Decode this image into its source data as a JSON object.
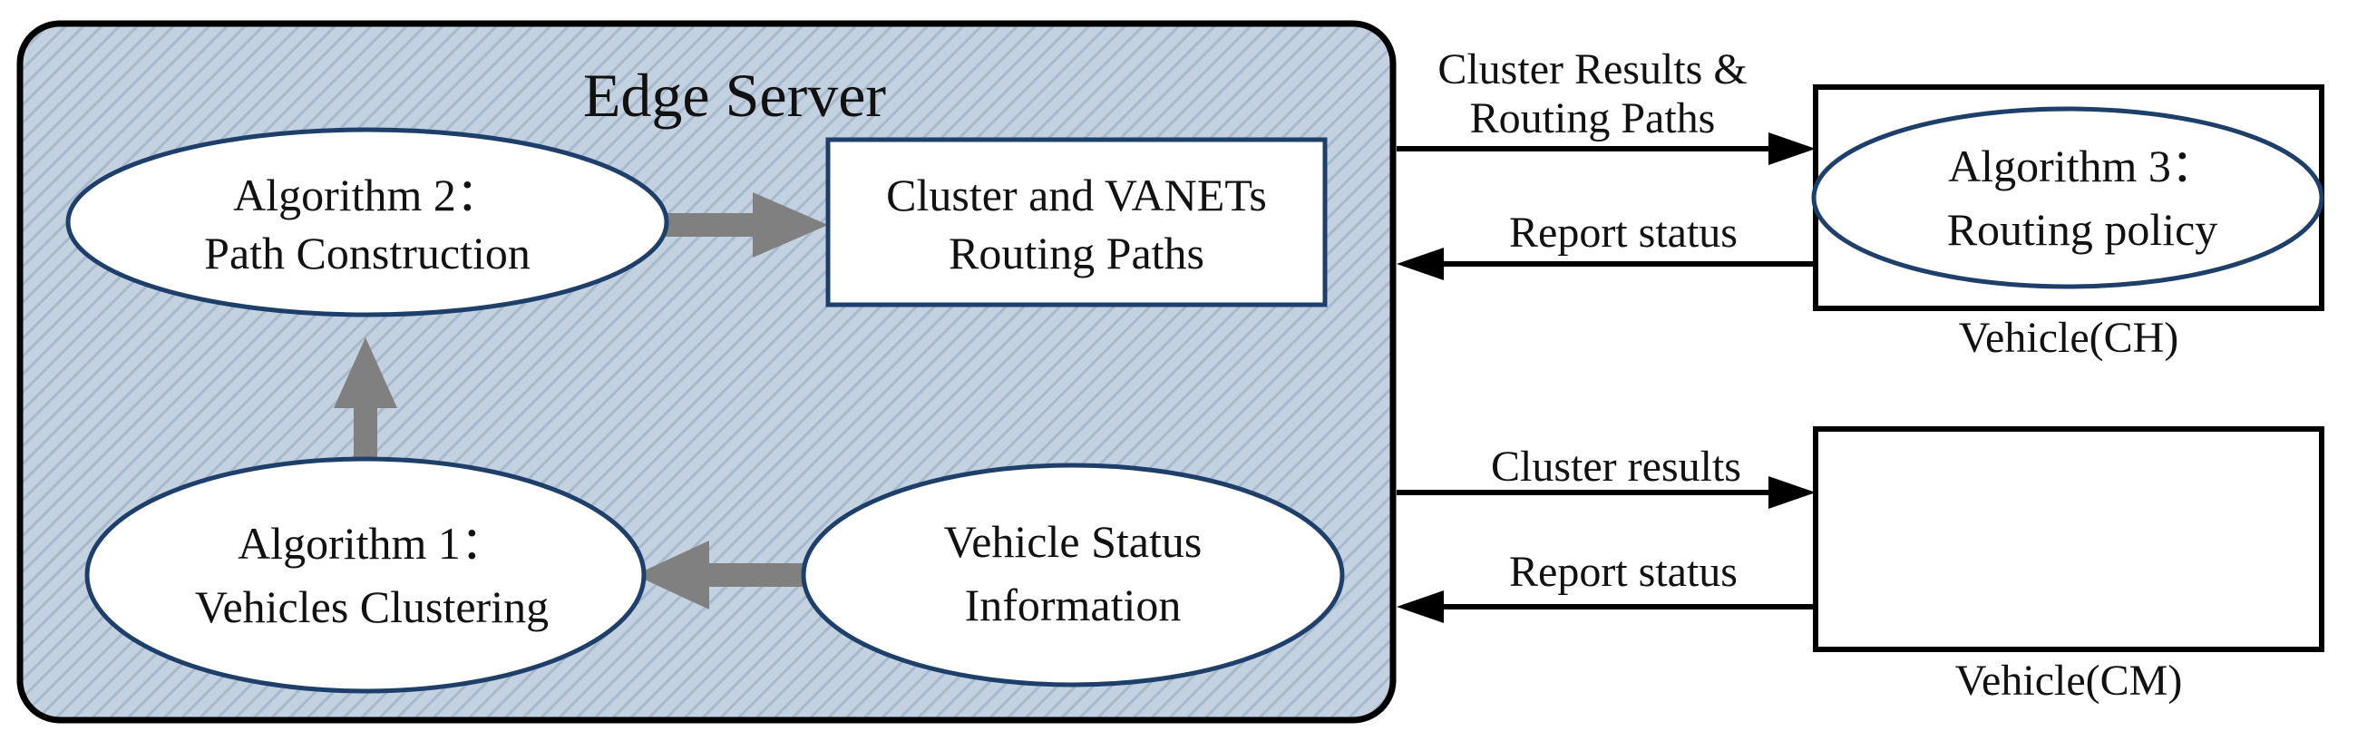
{
  "edge_server": {
    "title": "Edge Server",
    "algorithm2": {
      "line1": "Algorithm 2：",
      "line2": "Path Construction"
    },
    "cluster_paths": {
      "line1": "Cluster and VANETs",
      "line2": "Routing Paths"
    },
    "algorithm1": {
      "line1": "Algorithm 1：",
      "line2": "Vehicles Clustering"
    },
    "vehicle_status": {
      "line1": "Vehicle Status",
      "line2": "Information"
    }
  },
  "links": {
    "ch_downlink": {
      "line1": "Cluster Results &",
      "line2": "Routing Paths"
    },
    "ch_uplink": "Report status",
    "cm_downlink": "Cluster results",
    "cm_uplink": "Report status"
  },
  "vehicle_ch": {
    "label": "Vehicle(CH)",
    "algorithm3": {
      "line1": "Algorithm 3：",
      "line2": "Routing policy"
    }
  },
  "vehicle_cm": {
    "label": "Vehicle(CM)"
  },
  "colors": {
    "server_fill": "#c3d1e0",
    "server_stripe": "#a6b9cd",
    "ellipse_stroke": "#1f3f6b",
    "flow_arrow": "#808080",
    "link_arrow": "#000000"
  }
}
